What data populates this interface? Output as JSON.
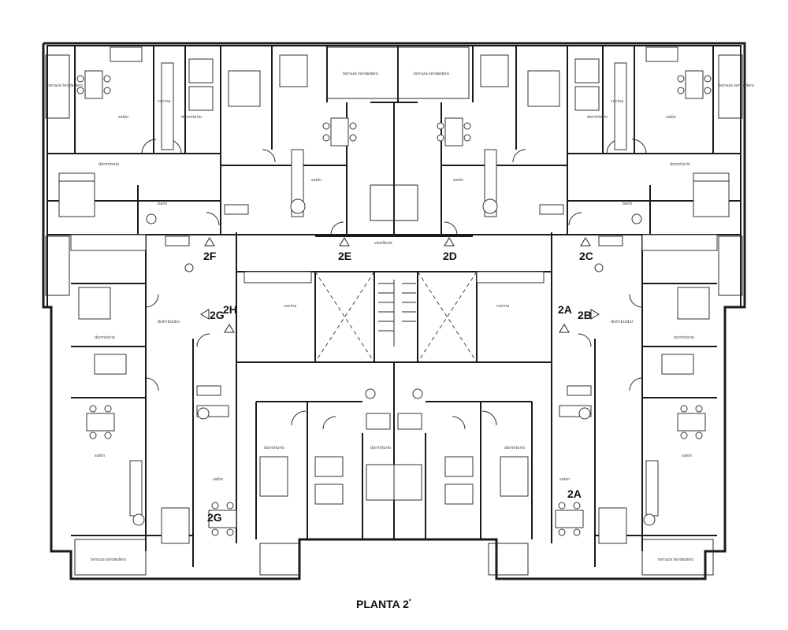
{
  "plan": {
    "title_main": "PLANTA 2",
    "title_sup": "º",
    "units": [
      {
        "id": "2F",
        "label": "2F"
      },
      {
        "id": "2E",
        "label": "2E"
      },
      {
        "id": "2D",
        "label": "2D"
      },
      {
        "id": "2C",
        "label": "2C"
      },
      {
        "id": "2G",
        "label": "2G"
      },
      {
        "id": "2H",
        "label": "2H"
      },
      {
        "id": "2A",
        "label": "2A"
      },
      {
        "id": "2B",
        "label": "2B"
      }
    ],
    "room_labels": {
      "salon": "salón",
      "dormitorio": "dormitorio",
      "cocina": "cocina",
      "bano": "baño",
      "terraza": "terraza tendedero",
      "distribuidor": "distribuidor",
      "vestibulo": "vestíbulo"
    }
  }
}
